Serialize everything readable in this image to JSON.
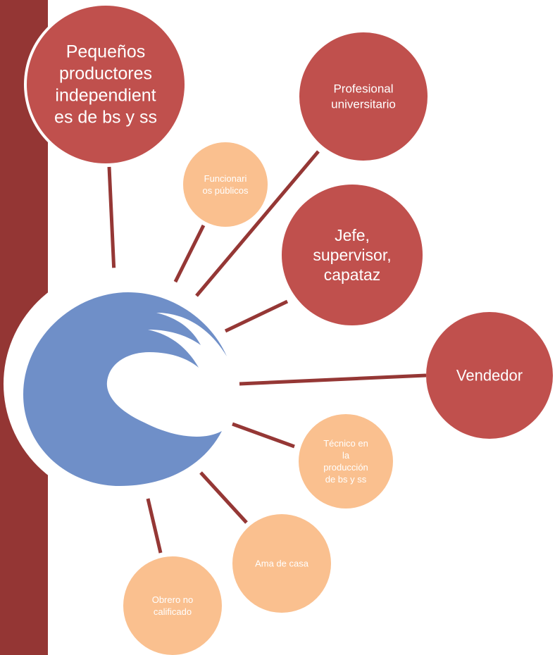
{
  "colors": {
    "side_bar": "#943634",
    "large_node": "#c0504d",
    "small_node": "#fac08f",
    "hub": "#6f8fc8",
    "connector": "#953735",
    "large_text": "#ffffff",
    "small_text": "#ffffff"
  },
  "hub": {
    "icon": "wave-icon"
  },
  "nodes": [
    {
      "id": "pequenos-productores",
      "kind": "large",
      "lines": [
        "Pequeños",
        "productores",
        "independient",
        "es de bs y ss"
      ]
    },
    {
      "id": "funcionarios-publicos",
      "kind": "small",
      "lines": [
        "Funcionari",
        "os públicos"
      ]
    },
    {
      "id": "profesional-universitario",
      "kind": "large",
      "lines": [
        "Profesional",
        "universitario"
      ]
    },
    {
      "id": "jefe-supervisor-capataz",
      "kind": "large",
      "lines": [
        "Jefe,",
        "supervisor,",
        "capataz"
      ]
    },
    {
      "id": "vendedor",
      "kind": "large",
      "lines": [
        "Vendedor"
      ]
    },
    {
      "id": "tecnico-produccion",
      "kind": "small",
      "lines": [
        "Técnico en",
        "la",
        "producción",
        "de bs y ss"
      ]
    },
    {
      "id": "ama-de-casa",
      "kind": "small",
      "lines": [
        "Ama de casa"
      ]
    },
    {
      "id": "obrero-no-calificado",
      "kind": "small",
      "lines": [
        "Obrero no",
        "calificado"
      ]
    }
  ]
}
